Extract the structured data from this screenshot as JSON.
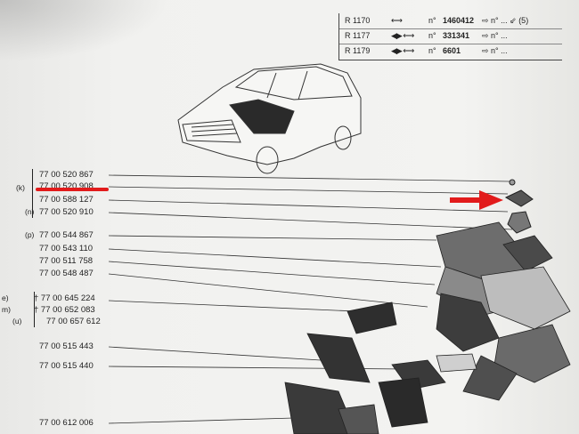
{
  "spec_table": {
    "rows": [
      {
        "model": "R 1170",
        "icons": "⟷",
        "no": "n°",
        "number": "1460412",
        "rest": "⇨ n° ... ⇙ (5)"
      },
      {
        "model": "R 1177",
        "icons": "◀▶ ⟷",
        "no": "n°",
        "number": "331341",
        "rest": "⇨ n° ..."
      },
      {
        "model": "R 1179",
        "icons": "◀▶ ⟷",
        "no": "n°",
        "number": "6601",
        "rest": "⇨ n° ..."
      }
    ]
  },
  "parts": [
    {
      "label": "(k)",
      "number": "77 00 520 867"
    },
    {
      "label": "",
      "number": "77 00 520 908"
    },
    {
      "label": "",
      "number": "77 00 588 127"
    },
    {
      "label": "(n)",
      "number": "77 00 520 910"
    },
    {
      "label": "(p)",
      "number": "77 00 544 867"
    },
    {
      "label": "",
      "number": "77 00 543 110"
    },
    {
      "label": "",
      "number": "77 00 511 758"
    },
    {
      "label": "",
      "number": "77 00 548 487"
    },
    {
      "label": "e)",
      "number": "† 77 00 645 224"
    },
    {
      "label": "m)",
      "number": "† 77 00 652 083"
    },
    {
      "label": "(u)",
      "number": "77 00 657 612"
    },
    {
      "label": "",
      "number": "77 00 515 443"
    },
    {
      "label": "",
      "number": "77 00 515 440"
    },
    {
      "label": "",
      "number": "77 00 612 006"
    }
  ],
  "highlight_color": "#e21b1b",
  "icons": [
    "double-arrow-icon",
    "right-arrow-icon",
    "car-icon"
  ]
}
